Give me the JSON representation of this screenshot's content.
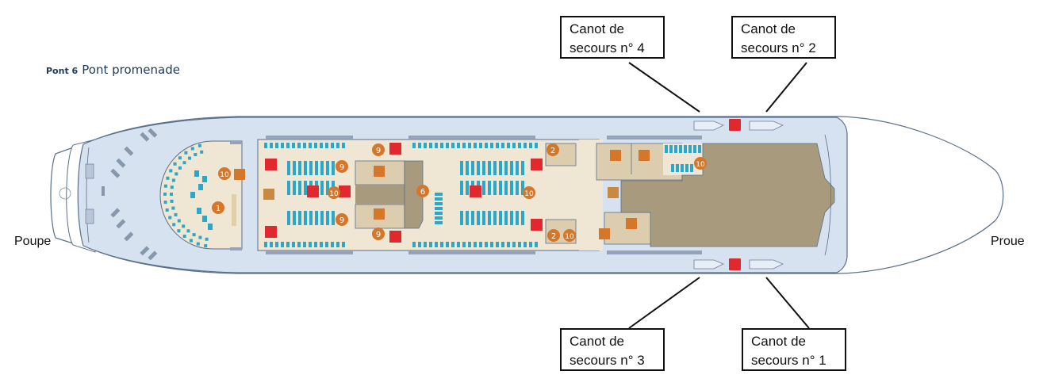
{
  "deck": {
    "number_label": "Pont 6",
    "name": "Pont promenade"
  },
  "ends": {
    "stern": "Poupe",
    "bow": "Proue"
  },
  "lifeboats": [
    {
      "id": "4",
      "line1": "Canot de",
      "line2": "secours n° 4",
      "side": "top"
    },
    {
      "id": "2",
      "line1": "Canot de",
      "line2": "secours n° 2",
      "side": "top"
    },
    {
      "id": "3",
      "line1": "Canot de",
      "line2": "secours n° 3",
      "side": "bottom"
    },
    {
      "id": "1",
      "line1": "Canot de",
      "line2": "secours n° 1",
      "side": "bottom"
    }
  ],
  "markers": [
    "1",
    "10",
    "9",
    "9",
    "9",
    "9",
    "10",
    "6",
    "10",
    "2",
    "2",
    "10",
    "10"
  ],
  "colors": {
    "hull": "#d6e2f0",
    "hull_stroke": "#5a6f8c",
    "lounge_floor": "#efe6d4",
    "room": "#dccdaf",
    "dark_deck": "#a89a7c",
    "seat": "#2aa7c9",
    "marker": "#d4772a",
    "lifejacket": "#e0282e",
    "title": "#1f3a5c"
  }
}
